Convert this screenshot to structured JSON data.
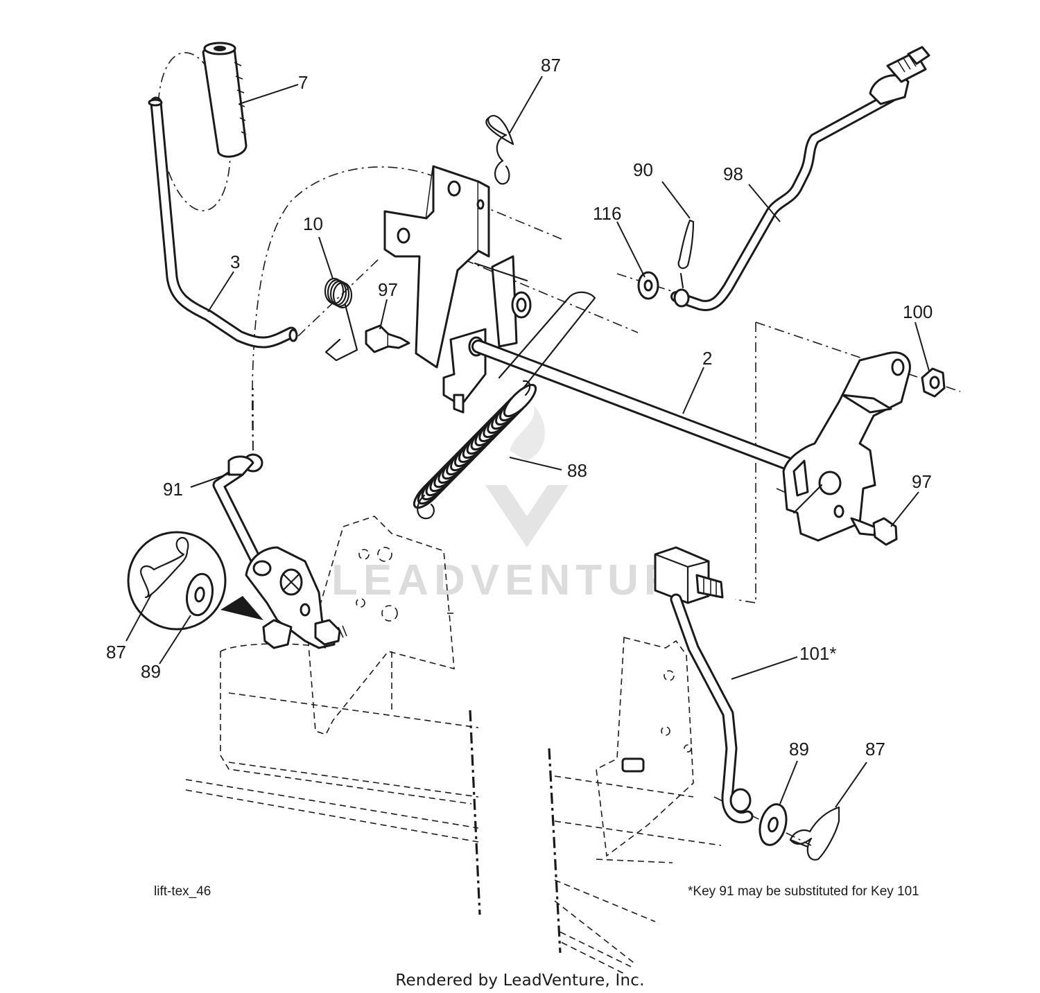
{
  "callouts": {
    "c7": "7",
    "c3": "3",
    "c10": "10",
    "c87_top": "87",
    "c97_left": "97",
    "c90": "90",
    "c98": "98",
    "c116": "116",
    "c100": "100",
    "c2": "2",
    "c88": "88",
    "c97_right": "97",
    "c91": "91",
    "c87_left": "87",
    "c89_left": "89",
    "c101": "101*",
    "c89_right": "89",
    "c87_right": "87"
  },
  "diagram_code": "lift-tex_46",
  "footnote": "*Key 91 may be substituted for Key 101",
  "footer": "Rendered by LeadVenture, Inc.",
  "watermark": "LEADVENTURE"
}
